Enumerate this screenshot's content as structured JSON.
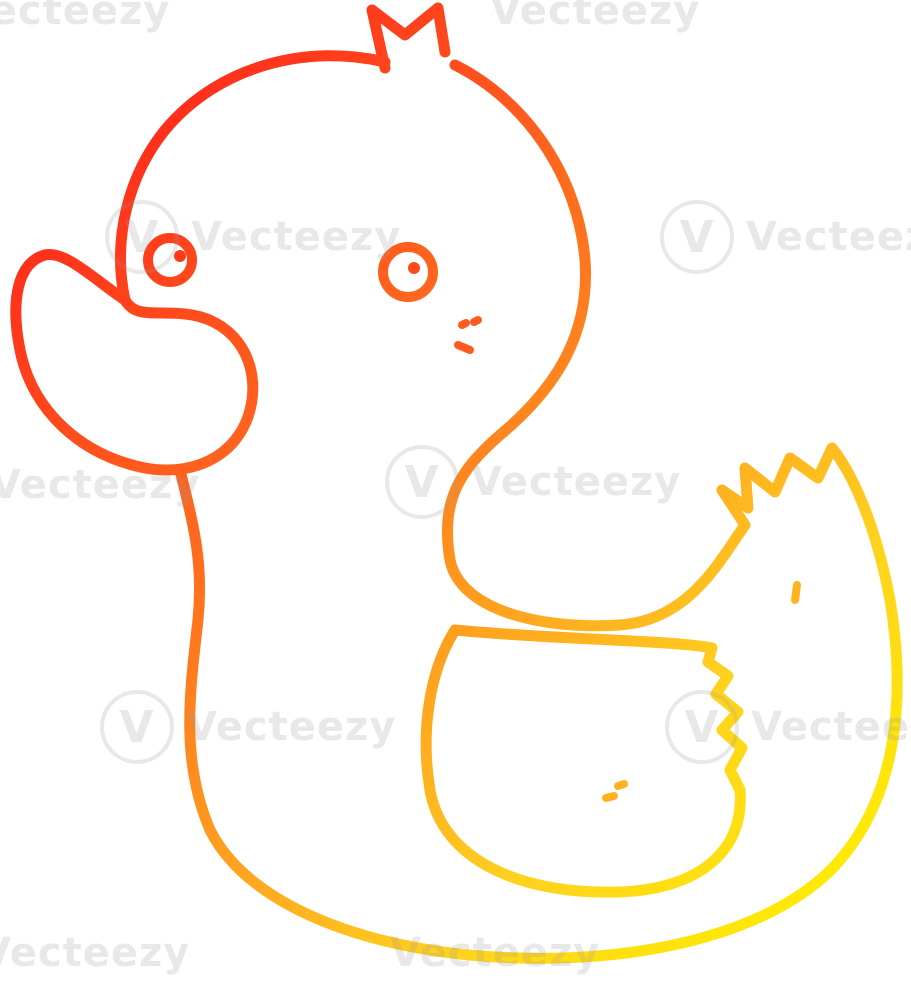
{
  "image": {
    "subject": "rubber-duck",
    "style": "line-drawing",
    "stroke_gradient": [
      "#ff1a1a",
      "#ff7a1f",
      "#ffd21f",
      "#ffee00"
    ],
    "background": "#ffffff"
  },
  "watermark": {
    "text": "Vecteezy",
    "logo_glyph": "V"
  }
}
